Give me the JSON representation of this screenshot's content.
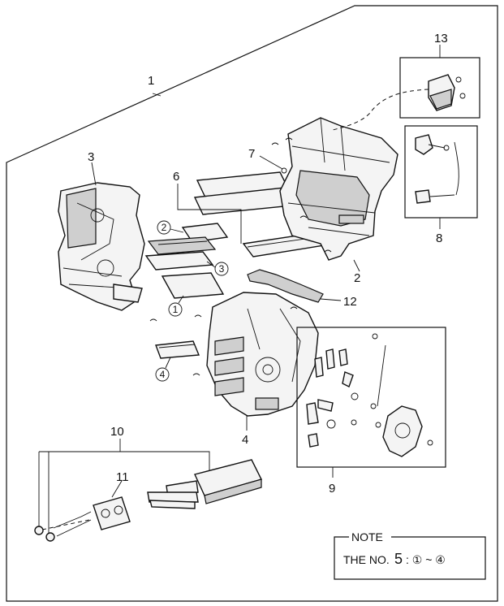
{
  "callouts": {
    "n1": "1",
    "n2": "2",
    "n3": "3",
    "n4": "4",
    "n6": "6",
    "n7": "7",
    "n8": "8",
    "n9": "9",
    "n10": "10",
    "n11": "11",
    "n12": "12",
    "n13": "13"
  },
  "sub_callouts": {
    "c1": "1",
    "c2": "2",
    "c3": "3",
    "c4": "4"
  },
  "note": {
    "title": "NOTE",
    "prefix": "THE NO.",
    "number": "5",
    "range": ": ① ~ ④"
  }
}
